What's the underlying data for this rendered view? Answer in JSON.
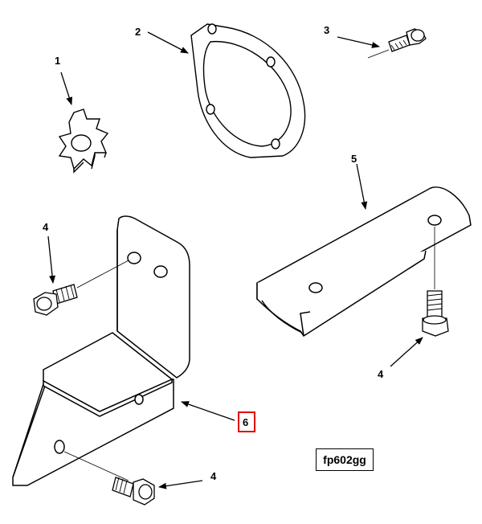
{
  "callouts": {
    "c1": "1",
    "c2": "2",
    "c3": "3",
    "c4_top": "4",
    "c5": "5",
    "c4_right": "4",
    "c6": "6",
    "c4_bottom": "4"
  },
  "figure_id": "fp602gg",
  "colors": {
    "line": "#000000",
    "highlight": "#e00000",
    "background": "#ffffff"
  },
  "highlighted_callout": "6"
}
